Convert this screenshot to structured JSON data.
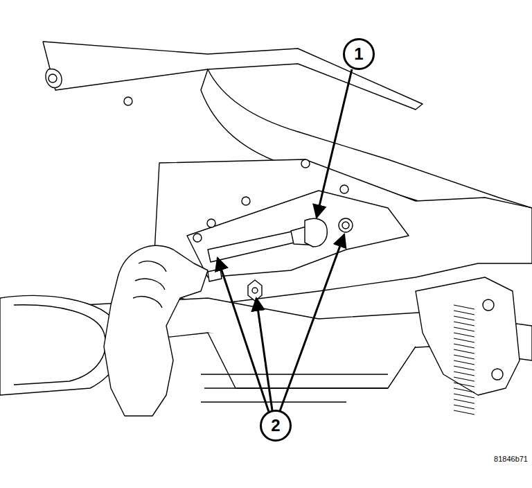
{
  "diagram": {
    "nodes": [
      {
        "text": [
          "1"
        ]
      },
      {
        "text": [
          "2"
        ]
      }
    ],
    "labels": [
      "81846b71"
    ]
  }
}
